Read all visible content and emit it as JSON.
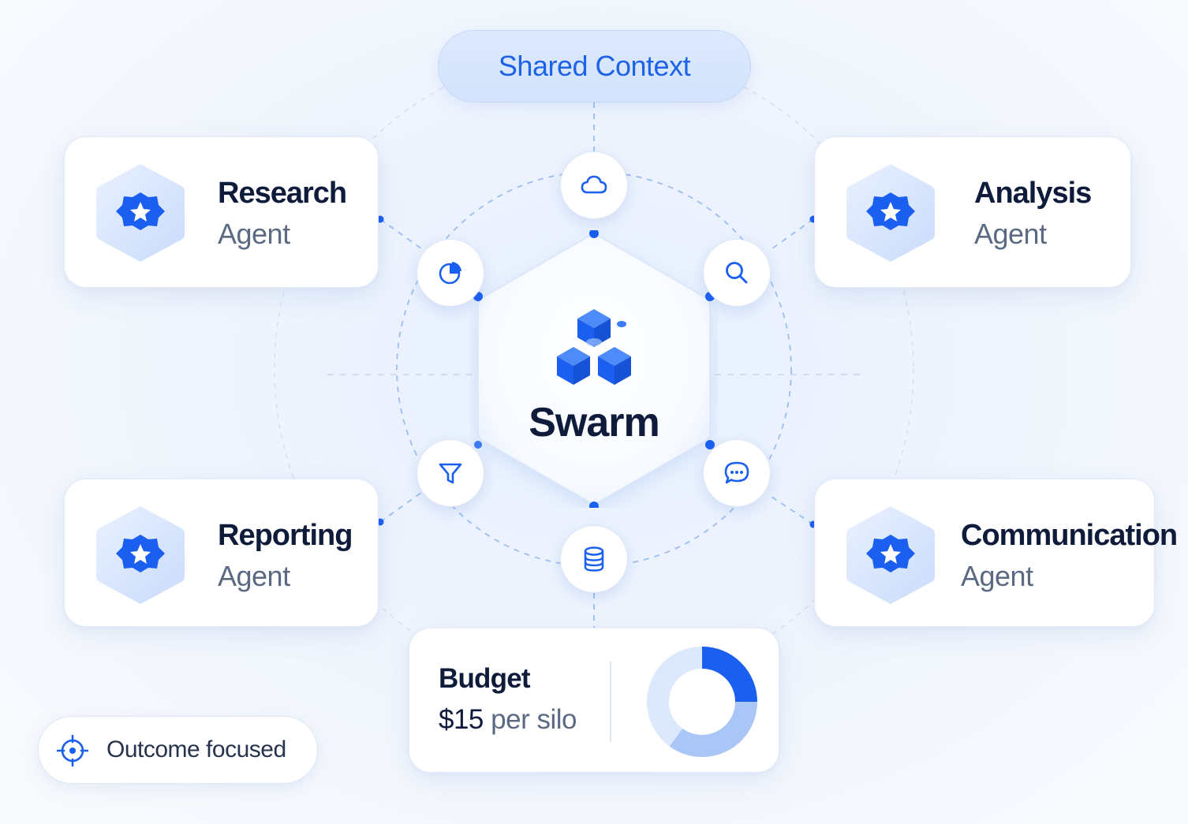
{
  "shared_context": {
    "label": "Shared Context"
  },
  "hub": {
    "label": "Swarm",
    "icon": "cubes-icon"
  },
  "agents": [
    {
      "title": "Research",
      "subtitle": "Agent",
      "icon": "star-badge-icon"
    },
    {
      "title": "Analysis",
      "subtitle": "Agent",
      "icon": "star-badge-icon"
    },
    {
      "title": "Reporting",
      "subtitle": "Agent",
      "icon": "star-badge-icon"
    },
    {
      "title": "Communication",
      "subtitle": "Agent",
      "icon": "star-badge-icon"
    }
  ],
  "ring_icons": [
    "cloud-icon",
    "pie-chart-icon",
    "search-icon",
    "filter-icon",
    "chat-icon",
    "database-icon"
  ],
  "budget": {
    "title": "Budget",
    "amount": "$15",
    "unit": "per silo",
    "donut_fraction_highlighted": 0.25
  },
  "badge": {
    "label": "Outcome focused",
    "icon": "target-icon"
  },
  "colors": {
    "accent": "#1a5ff0",
    "light_accent": "#a9c6f7",
    "text_dark": "#0f1b3a",
    "text_muted": "#5b6a82"
  }
}
